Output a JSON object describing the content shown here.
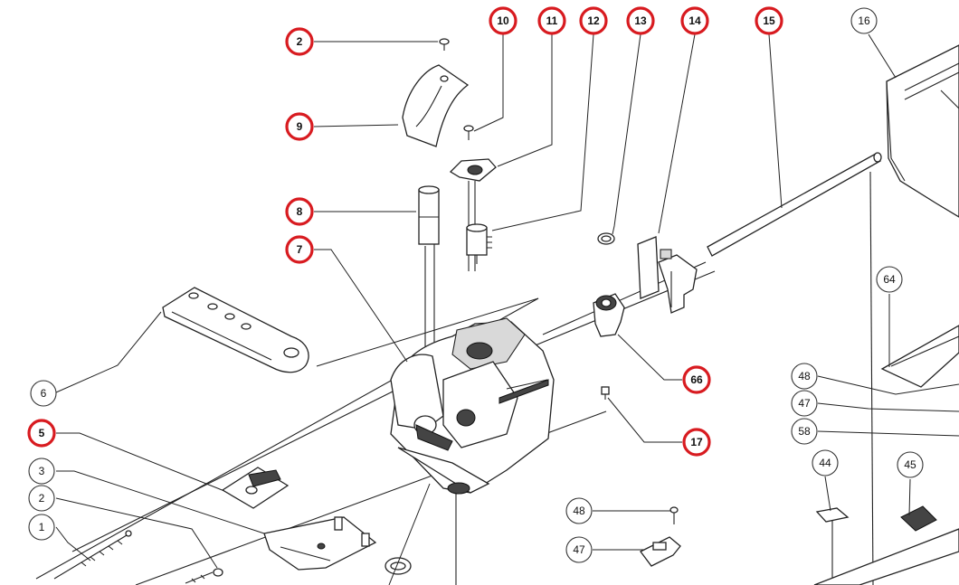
{
  "diagram": {
    "callouts": [
      {
        "id": "c-2-top",
        "label": "2",
        "highlighted": true
      },
      {
        "id": "c-9",
        "label": "9",
        "highlighted": true
      },
      {
        "id": "c-8",
        "label": "8",
        "highlighted": true
      },
      {
        "id": "c-7",
        "label": "7",
        "highlighted": true
      },
      {
        "id": "c-10",
        "label": "10",
        "highlighted": true
      },
      {
        "id": "c-11",
        "label": "11",
        "highlighted": true
      },
      {
        "id": "c-12",
        "label": "12",
        "highlighted": true
      },
      {
        "id": "c-13",
        "label": "13",
        "highlighted": true
      },
      {
        "id": "c-14",
        "label": "14",
        "highlighted": true
      },
      {
        "id": "c-15",
        "label": "15",
        "highlighted": true
      },
      {
        "id": "c-16",
        "label": "16",
        "highlighted": false
      },
      {
        "id": "c-64",
        "label": "64",
        "highlighted": false
      },
      {
        "id": "c-48-right",
        "label": "48",
        "highlighted": false
      },
      {
        "id": "c-47-right",
        "label": "47",
        "highlighted": false
      },
      {
        "id": "c-58",
        "label": "58",
        "highlighted": false
      },
      {
        "id": "c-66",
        "label": "66",
        "highlighted": true
      },
      {
        "id": "c-17",
        "label": "17",
        "highlighted": true
      },
      {
        "id": "c-6",
        "label": "6",
        "highlighted": false
      },
      {
        "id": "c-5",
        "label": "5",
        "highlighted": true
      },
      {
        "id": "c-3",
        "label": "3",
        "highlighted": false
      },
      {
        "id": "c-2-bottom",
        "label": "2",
        "highlighted": false
      },
      {
        "id": "c-1",
        "label": "1",
        "highlighted": false
      },
      {
        "id": "c-44",
        "label": "44",
        "highlighted": false
      },
      {
        "id": "c-45",
        "label": "45",
        "highlighted": false
      },
      {
        "id": "c-48-bottom",
        "label": "48",
        "highlighted": false
      },
      {
        "id": "c-47-bottom",
        "label": "47",
        "highlighted": false
      }
    ],
    "colors": {
      "highlight": "#d81b20",
      "outline": "#222222",
      "background": "#ffffff"
    }
  }
}
